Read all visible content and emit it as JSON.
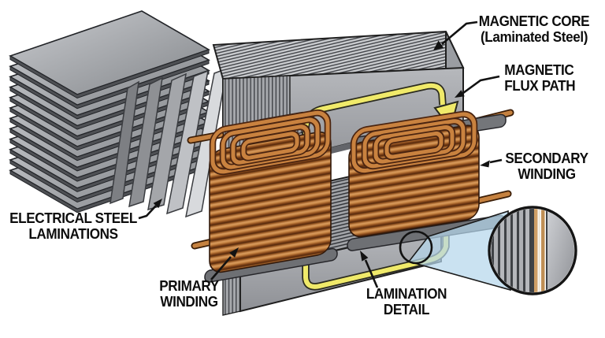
{
  "diagram": {
    "labels": {
      "magnetic_core": {
        "line1": "MAGNETIC CORE",
        "line2": "(Laminated Steel)"
      },
      "magnetic_flux_path": {
        "line1": "MAGNETIC",
        "line2": "FLUX PATH"
      },
      "secondary_winding": {
        "line1": "SECONDARY",
        "line2": "WINDING"
      },
      "primary_winding": {
        "line1": "PRIMARY",
        "line2": "WINDING"
      },
      "lamination_detail": {
        "line1": "LAMINATION",
        "line2": "DETAIL"
      },
      "electrical_steel_laminations": {
        "line1": "ELECTRICAL STEEL",
        "line2": "LAMINATIONS"
      }
    },
    "colors": {
      "copper_winding": "#c9823f",
      "copper_dark": "#53270c",
      "core_gray": "#9b9da2",
      "core_hatch_line": "#43454a",
      "flux_yellow": "#f0ea6a",
      "callout_blue": "#b5d7ec",
      "lamination_insulation_tan": "#cf9f66",
      "label_text": "#0d0d0d",
      "background": "#ffffff"
    }
  }
}
